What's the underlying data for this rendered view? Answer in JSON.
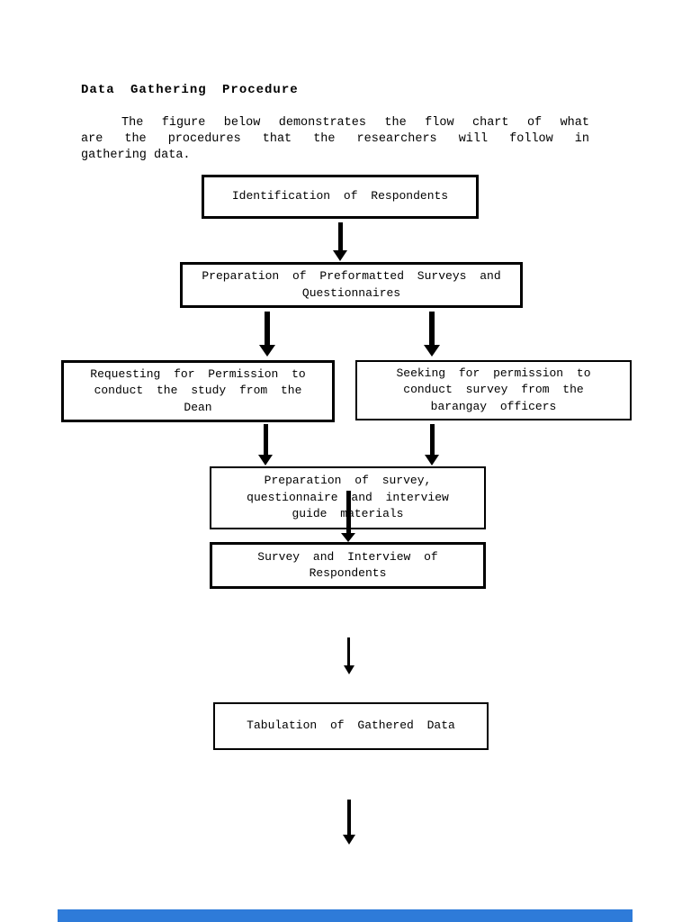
{
  "page": {
    "background": "#ffffff",
    "text_color": "#000000"
  },
  "section": {
    "heading": "Data Gathering Procedure"
  },
  "intro": {
    "lines": [
      "The figure below demonstrates the flow chart of what",
      "are the procedures that the researchers will follow in",
      "gathering data."
    ]
  },
  "flowchart": {
    "connector_color": "#000000",
    "boxes": [
      {
        "id": "identification-of-respondents",
        "label": "Identification of Respondents"
      },
      {
        "id": "preparation-of-preformatted-surveys",
        "label": "Preparation of Preformatted Surveys and\nQuestionnaires"
      },
      {
        "id": "requesting-permission-dean",
        "label": "Requesting for Permission to\nconduct the study from the\nDean"
      },
      {
        "id": "seeking-permission-barangay",
        "label": "Seeking for permission to\nconduct survey from the\nbarangay officers"
      },
      {
        "id": "preparation-of-materials",
        "label": "Preparation of survey,\nquestionnaire and interview\nguide materials"
      },
      {
        "id": "survey-and-interview",
        "label": "Survey and Interview of\nRespondents"
      },
      {
        "id": "tabulation-of-gathered-data",
        "label": "Tabulation of Gathered Data"
      }
    ]
  },
  "viewer": {
    "progress_bar_color": "#2e7bd9",
    "progress_bar_style": "background:#2e7bd9"
  }
}
